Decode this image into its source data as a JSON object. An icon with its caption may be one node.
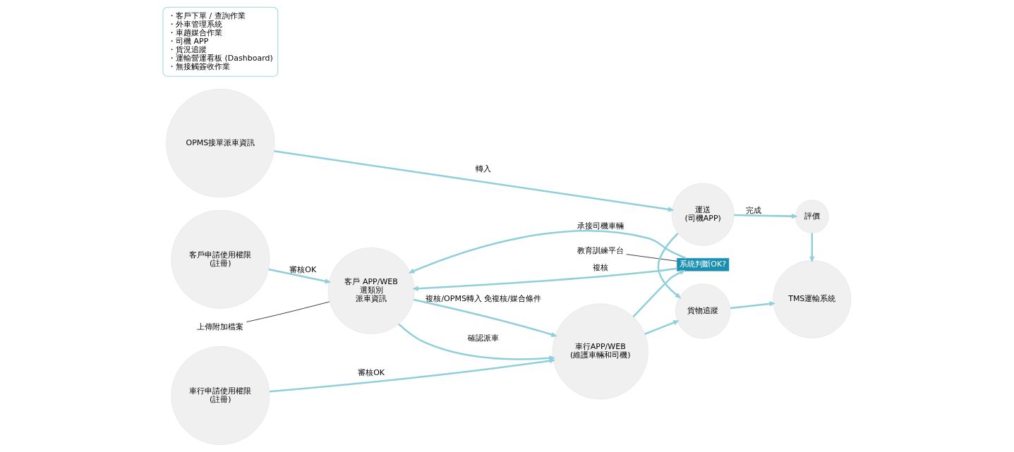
{
  "diagram": {
    "nodes": [
      {
        "text": [
          "客戶申請使用權限",
          "(註冊)"
        ]
      },
      {
        "text": [
          "客戶 APP/WEB",
          "選類別",
          "派車資訊"
        ]
      },
      {
        "text": [
          "上傳附加檔案"
        ]
      },
      {
        "text": [
          "OPMS接單派車資訊"
        ]
      },
      {
        "text": [
          "車行申請使用權限",
          "(註冊)"
        ]
      },
      {
        "text": [
          "車行APP/WEB",
          "(維護車輛和司機)"
        ]
      },
      {
        "text": [
          "教育訓練平台"
        ]
      },
      {
        "text": [
          "系統判斷OK?"
        ]
      },
      {
        "text": [
          "運送",
          "(司機APP)"
        ]
      },
      {
        "text": [
          "評價"
        ]
      },
      {
        "text": [
          "貨物追蹤"
        ]
      },
      {
        "text": [
          "TMS運輸系統"
        ]
      },
      {
        "text": [
          "・客戶下單 / 查詢作業",
          "・外車管理系統",
          "・車趟媒合作業",
          "・司機 APP",
          "・貨況追蹤",
          "・運輸營運看板 (Dashboard)",
          "・無接觸簽收作業"
        ]
      }
    ],
    "edges": [
      {
        "from": 0,
        "to": 1,
        "arrow": "to",
        "label": "審核OK"
      },
      {
        "from": 3,
        "to": 8,
        "arrow": "to",
        "label": "轉入"
      },
      {
        "from": 4,
        "to": 5,
        "arrow": "to",
        "label": "審核OK"
      },
      {
        "from": 1,
        "to": 5,
        "arrow": "to",
        "label": "複核/OPMS轉入 免複核/媒合條件"
      },
      {
        "from": 5,
        "to": 7,
        "arrow": "to"
      },
      {
        "from": 7,
        "to": 1,
        "arrow": "to",
        "label": "承接司機車輛"
      },
      {
        "from": 7,
        "to": 1,
        "arrow": "to",
        "label": "複核"
      },
      {
        "from": 1,
        "to": 5,
        "arrow": "to",
        "label": "確認派車"
      },
      {
        "from": 8,
        "to": 9,
        "arrow": "to",
        "label": "完成"
      },
      {
        "from": 8,
        "to": 10,
        "arrow": "to"
      },
      {
        "from": 9,
        "to": 11,
        "arrow": "to"
      },
      {
        "from": 5,
        "to": 10,
        "arrow": "to"
      },
      {
        "from": 10,
        "to": 11,
        "arrow": "to"
      },
      {
        "from": 2,
        "to": 1,
        "arrow": "none",
        "color": "#000000"
      },
      {
        "from": 6,
        "to": 7,
        "arrow": "none",
        "color": "#000000"
      }
    ]
  }
}
